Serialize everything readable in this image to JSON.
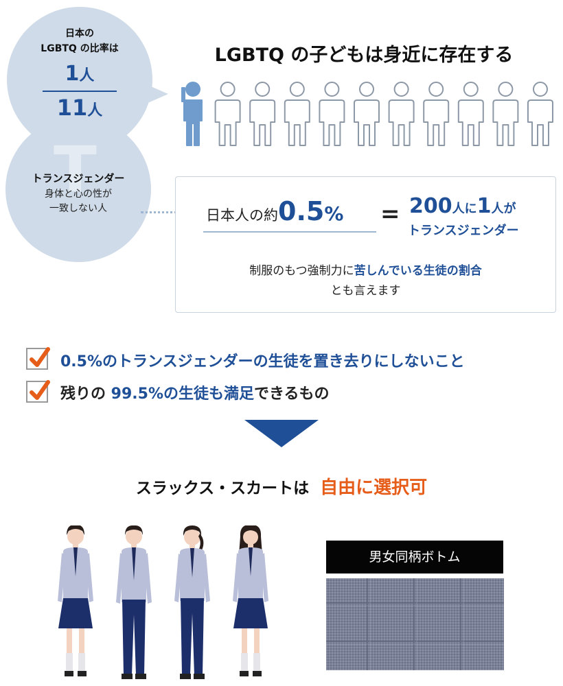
{
  "bubble": {
    "line1": "日本の",
    "line2": "LGBTQ の比率は",
    "numerator": "1",
    "denominator": "11",
    "unit": "人",
    "letter": "T",
    "trans_title": "トランスジェンダー",
    "trans_desc1": "身体と心の性が",
    "trans_desc2": "一致しない人"
  },
  "headline": "LGBTQ の子どもは身近に存在する",
  "figures": {
    "total": 11,
    "highlighted": 1
  },
  "colors": {
    "accent_blue": "#1f4f96",
    "figure_blue": "#6f9ccc",
    "accent_orange": "#e65c19",
    "bubble": "#cfdbe8"
  },
  "stat": {
    "prefix": "日本人の約",
    "value": "0.5",
    "percent": "%",
    "equals": "=",
    "rhs_num1": "200",
    "rhs_unit1": "人に",
    "rhs_num2": "1",
    "rhs_unit2": "人が",
    "rhs_line2": "トランスジェンダー",
    "note_a": "制服のもつ強制力に",
    "note_b": "苦しんでいる生徒の割合",
    "note_c": "とも言えます"
  },
  "checklist": [
    {
      "parts": [
        "0.5%のトランスジェンダーの生徒を置き去りにしないこと"
      ]
    },
    {
      "lead": "残りの ",
      "highlight": "99.5%の生徒も満足",
      "tail": "できるもの"
    }
  ],
  "conclusion": {
    "text": "スラックス・スカートは",
    "highlight": "自由に選択可"
  },
  "fabric": {
    "label": "男女同柄ボトム"
  }
}
